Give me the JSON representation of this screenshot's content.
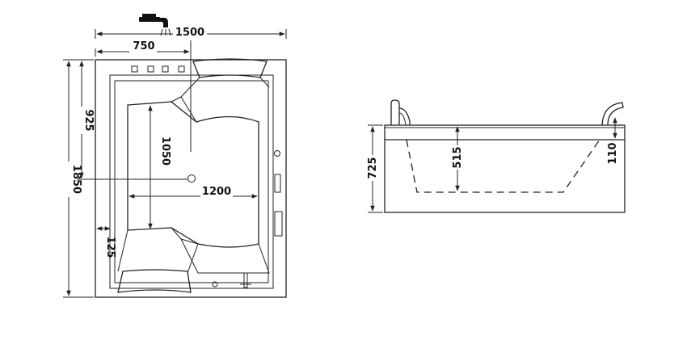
{
  "top_view": {
    "dimensions": {
      "width_overall": "1500",
      "width_half": "750",
      "length_overall": "1850",
      "length_half": "925",
      "inner_length": "1050",
      "inner_width": "1200",
      "rim_offset": "125"
    }
  },
  "side_view": {
    "dimensions": {
      "height_overall": "725",
      "depth": "515",
      "rim_height": "110"
    }
  },
  "icons": {
    "faucet": "faucet-icon"
  },
  "colors": {
    "line": "#222222",
    "background": "#ffffff"
  }
}
